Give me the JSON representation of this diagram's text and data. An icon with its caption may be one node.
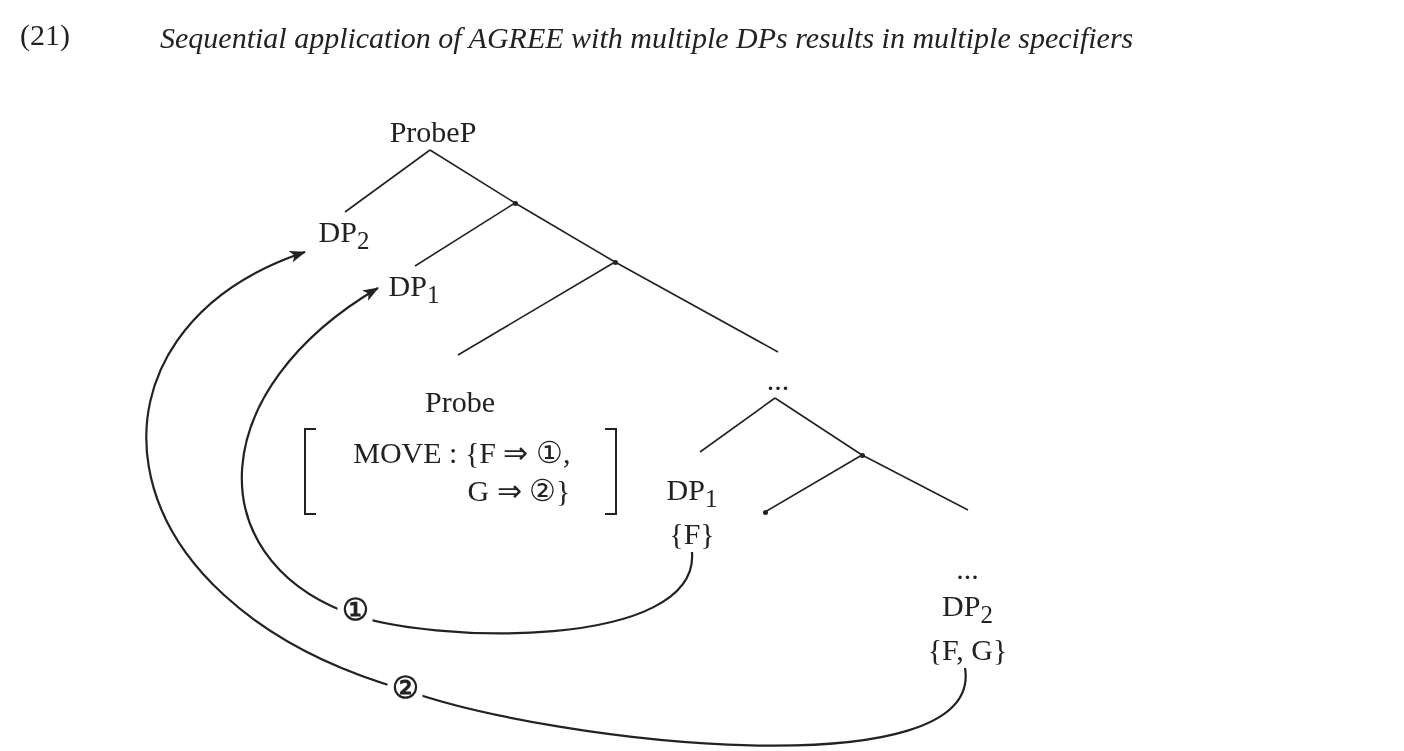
{
  "diagram": {
    "title": "Sequential application of AGREE with multiple DPs results in multiple specifiers",
    "nodes": [
      {
        "text": [
          "ProbeP"
        ]
      },
      {
        "text": [
          "DP$_{2}$"
        ]
      },
      {
        "text": [],
        "shape": "point"
      },
      {
        "text": [
          "DP$_{1}$"
        ]
      },
      {
        "text": [],
        "shape": "point"
      },
      {
        "text": [
          "Probe",
          "MOVE : {F ⇒ ①, G ⇒ ②}"
        ]
      },
      {
        "text": [
          "..."
        ]
      },
      {
        "text": [
          "DP$_{1}$",
          "{F}"
        ]
      },
      {
        "text": [],
        "shape": "point"
      },
      {
        "text": [],
        "shape": "point"
      },
      {
        "text": [
          "...",
          "DP$_{2}$",
          "{F, G}"
        ]
      }
    ],
    "edges": [
      {
        "from": 0,
        "to": 1,
        "arrow": "none"
      },
      {
        "from": 0,
        "to": 2,
        "arrow": "none"
      },
      {
        "from": 2,
        "to": 3,
        "arrow": "none"
      },
      {
        "from": 2,
        "to": 4,
        "arrow": "none"
      },
      {
        "from": 4,
        "to": 5,
        "arrow": "none"
      },
      {
        "from": 4,
        "to": 6,
        "arrow": "none"
      },
      {
        "from": 6,
        "to": 7,
        "arrow": "none"
      },
      {
        "from": 6,
        "to": 8,
        "arrow": "none"
      },
      {
        "from": 8,
        "to": 9,
        "arrow": "none"
      },
      {
        "from": 8,
        "to": 10,
        "arrow": "none"
      },
      {
        "from": 7,
        "to": 3,
        "label": "①",
        "arrow": "to"
      },
      {
        "from": 10,
        "to": 1,
        "label": "②",
        "arrow": "to"
      }
    ],
    "labels": [
      "(21)"
    ]
  }
}
